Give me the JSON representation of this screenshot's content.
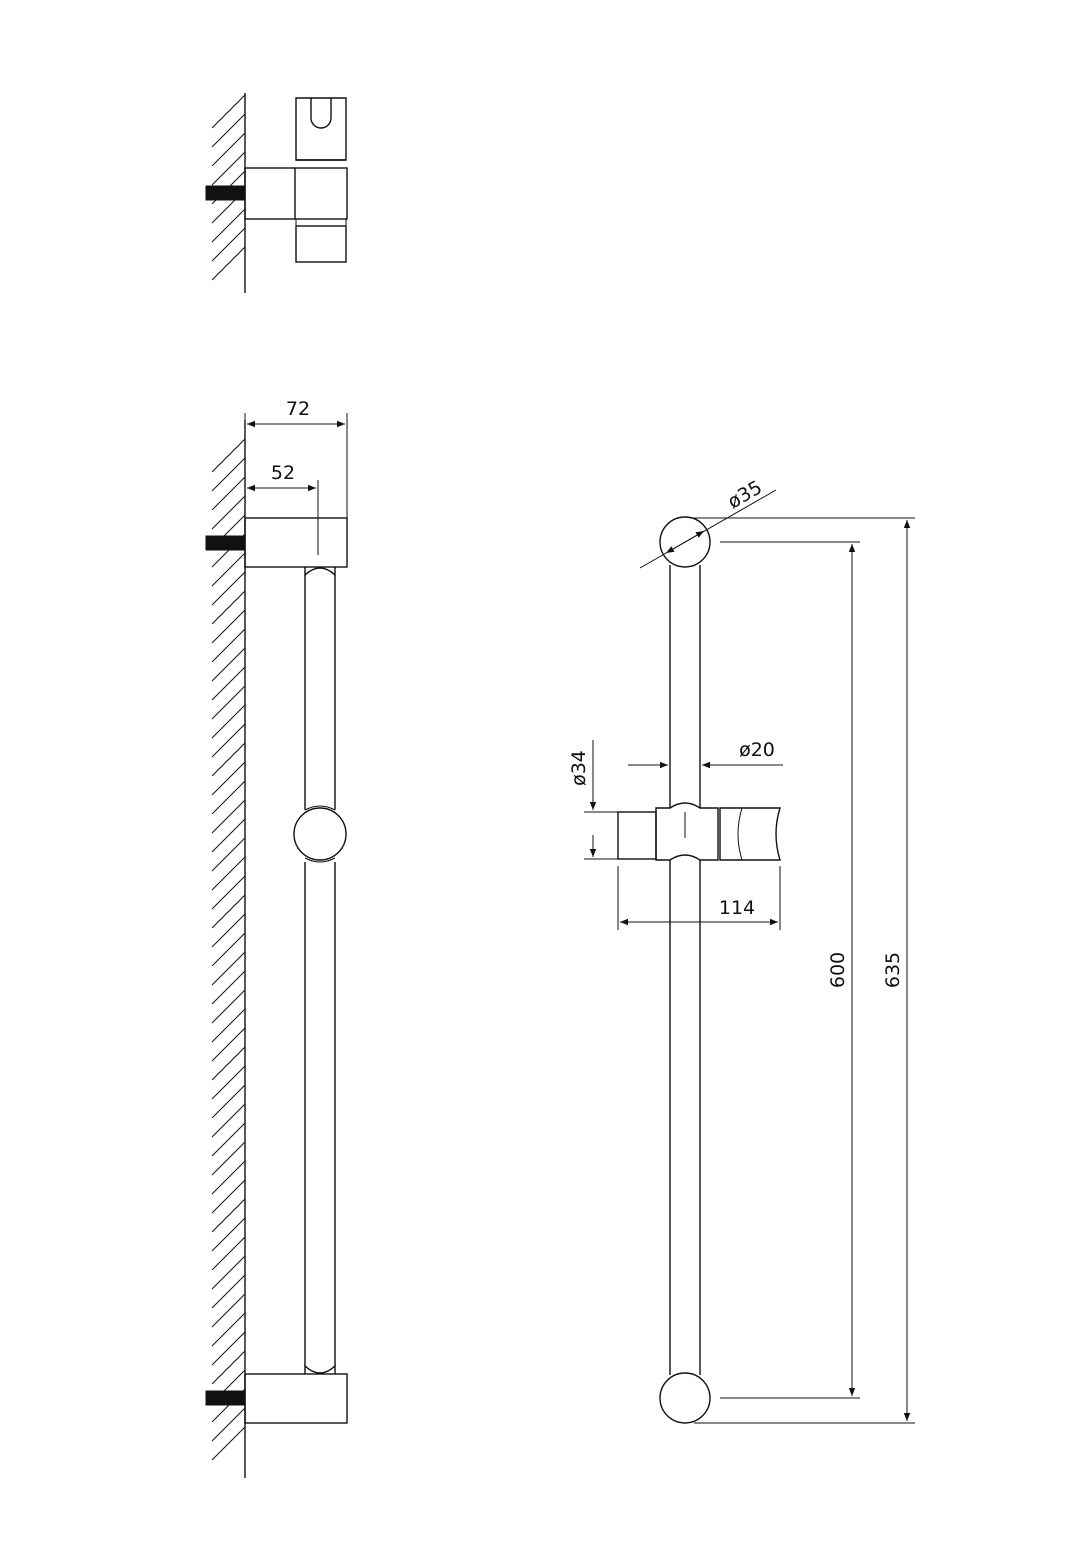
{
  "dimensions": {
    "wall_projection": "72",
    "bracket_depth": "52",
    "end_diameter": "ø35",
    "rail_diameter": "ø20",
    "slider_diameter": "ø34",
    "slider_length": "114",
    "rail_span": "600",
    "overall_length": "635"
  },
  "colors": {
    "line": "#111111",
    "background": "#ffffff"
  }
}
